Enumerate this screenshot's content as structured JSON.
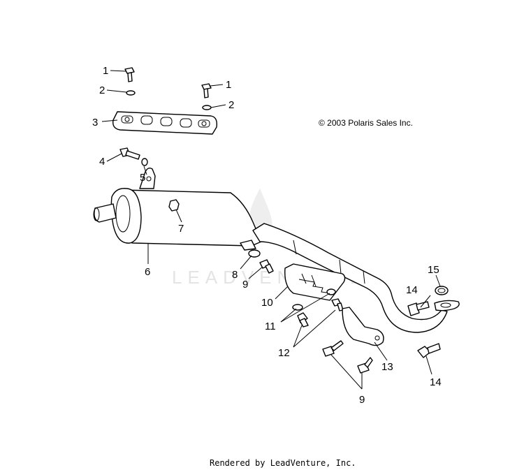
{
  "copyright": "© 2003 Polaris Sales Inc.",
  "footer": "Rendered by LeadVenture, Inc.",
  "watermark": "LEADVENTURE",
  "callouts": [
    "1",
    "1",
    "2",
    "2",
    "3",
    "4",
    "5",
    "6",
    "7",
    "8",
    "9",
    "9",
    "10",
    "11",
    "12",
    "13",
    "14",
    "14",
    "15"
  ]
}
